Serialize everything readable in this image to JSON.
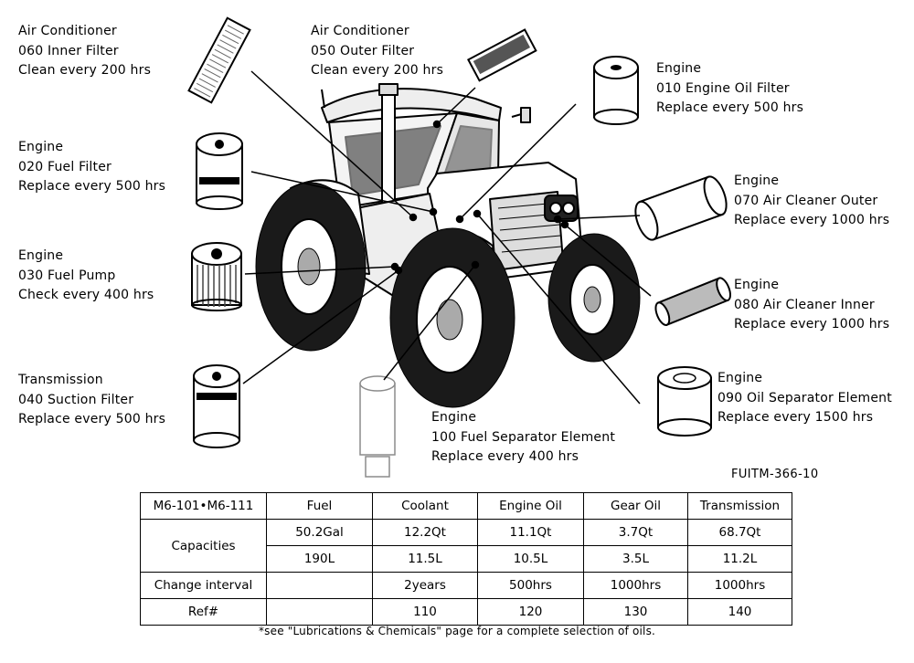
{
  "callouts": [
    {
      "id": "060",
      "lines": [
        "Air Conditioner",
        "060 Inner Filter",
        "Clean every 200 hrs"
      ]
    },
    {
      "id": "050",
      "lines": [
        "Air Conditioner",
        "050 Outer Filter",
        "Clean every 200 hrs"
      ]
    },
    {
      "id": "010",
      "lines": [
        "Engine",
        "010 Engine Oil Filter",
        "Replace every 500 hrs"
      ]
    },
    {
      "id": "020",
      "lines": [
        "Engine",
        "020 Fuel Filter",
        "Replace every 500 hrs"
      ]
    },
    {
      "id": "070",
      "lines": [
        "Engine",
        "070 Air Cleaner Outer",
        "Replace every 1000 hrs"
      ]
    },
    {
      "id": "030",
      "lines": [
        "Engine",
        "030 Fuel Pump",
        "Check every 400 hrs"
      ]
    },
    {
      "id": "080",
      "lines": [
        "Engine",
        "080 Air Cleaner Inner",
        "Replace every 1000 hrs"
      ]
    },
    {
      "id": "040",
      "lines": [
        "Transmission",
        "040 Suction Filter",
        "Replace every 500 hrs"
      ]
    },
    {
      "id": "090",
      "lines": [
        "Engine",
        "090 Oil Separator Element",
        "Replace every 1500 hrs"
      ]
    },
    {
      "id": "100",
      "lines": [
        "Engine",
        "100 Fuel Separator Element",
        "Replace every 400 hrs"
      ]
    }
  ],
  "figure_code": "FUITM-366-10",
  "table": {
    "model": "M6-101•M6-111",
    "columns": [
      "Fuel",
      "Coolant",
      "Engine Oil",
      "Gear Oil",
      "Transmission"
    ],
    "capacities_label": "Capacities",
    "capacities_us": [
      "50.2Gal",
      "12.2Qt",
      "11.1Qt",
      "3.7Qt",
      "68.7Qt"
    ],
    "capacities_metric": [
      "190L",
      "11.5L",
      "10.5L",
      "3.5L",
      "11.2L"
    ],
    "interval_label": "Change interval",
    "interval": [
      "",
      "2years",
      "500hrs",
      "1000hrs",
      "1000hrs"
    ],
    "ref_label": "Ref#",
    "ref": [
      "",
      "110",
      "120",
      "130",
      "140"
    ]
  },
  "footnote": "*see \"Lubrications & Chemicals\" page for a complete selection of oils."
}
